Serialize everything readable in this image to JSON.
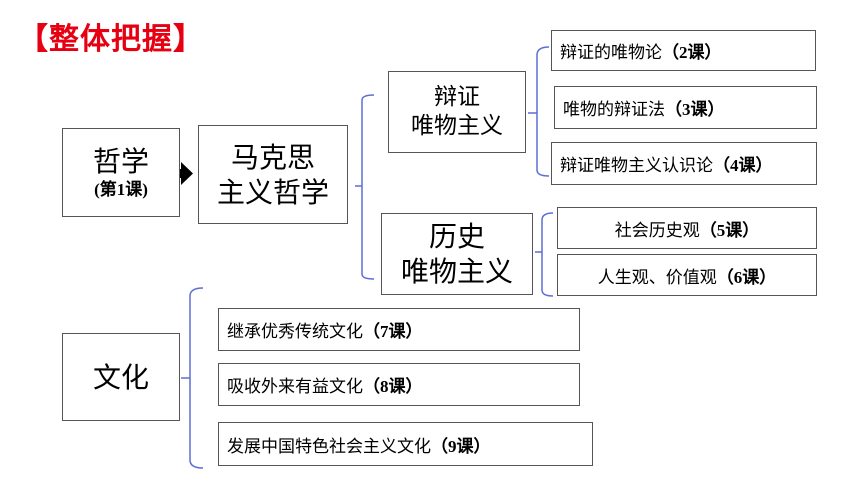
{
  "title": "【整体把握】",
  "colors": {
    "title": "#e60012",
    "bracket": "#5b6fd6",
    "border": "#555555"
  },
  "root": {
    "label": "哲学",
    "lesson": "(第1课)"
  },
  "arrow_icon": "right-arrow-icon",
  "marxism": {
    "line1": "马克思",
    "line2": "主义哲学"
  },
  "dialectical": {
    "line1": "辩证",
    "line2": "唯物主义",
    "items": [
      {
        "text": "辩证的唯物论",
        "lesson": "（2课）"
      },
      {
        "text": "唯物的辩证法",
        "lesson": "（3课）"
      },
      {
        "text": "辩证唯物主义认识论",
        "lesson": "（4课）"
      }
    ]
  },
  "historical": {
    "line1": "历史",
    "line2": "唯物主义",
    "items": [
      {
        "text": "社会历史观",
        "lesson": "（5课）"
      },
      {
        "text": "人生观、价值观",
        "lesson": "（6课）"
      }
    ]
  },
  "culture": {
    "label": "文化",
    "items": [
      {
        "text": "继承优秀传统文化",
        "lesson": "（7课）"
      },
      {
        "text": "吸收外来有益文化",
        "lesson": "（8课）"
      },
      {
        "text": "发展中国特色社会主义文化",
        "lesson": "（9课）"
      }
    ]
  }
}
